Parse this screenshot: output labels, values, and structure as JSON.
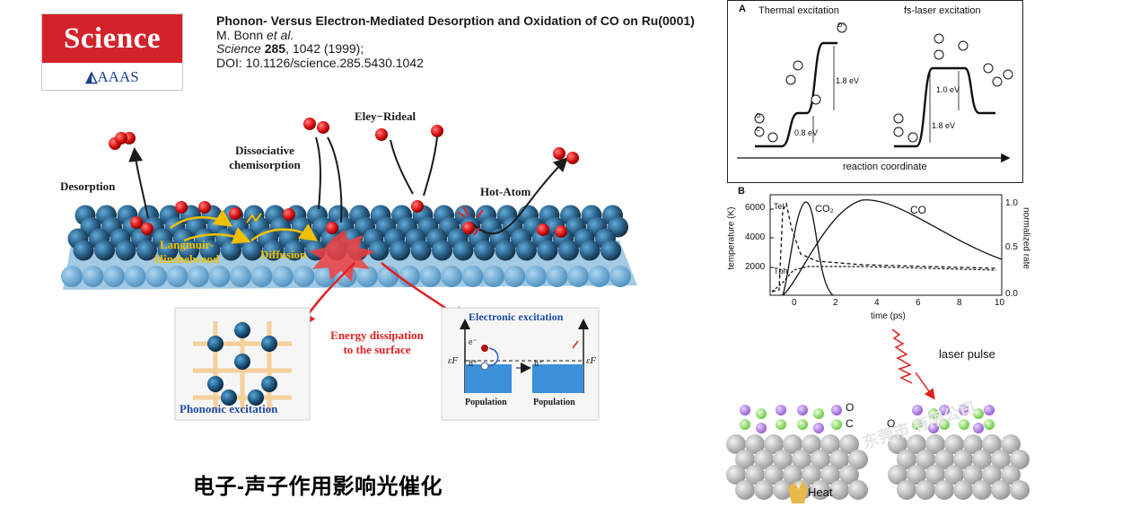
{
  "logo": {
    "science": "Science",
    "aaas": "AAAS"
  },
  "citation": {
    "title": "Phonon- Versus Electron-Mediated Desorption and Oxidation of CO on Ru(0001)",
    "authors_plain": "M. Bonn ",
    "authors_italic": "et al.",
    "journal": "Science",
    "volume": "285",
    "pages_year": ", 1042 (1999);",
    "doi": "DOI: 10.1126/science.285.5430.1042"
  },
  "main_figure": {
    "desorption": "Desorption",
    "dissociative_1": "Dissociative",
    "dissociative_2": "chemisorption",
    "eley_rideal": "Eley−Rideal",
    "hot_atom": "Hot-Atom",
    "langmuir_1": "Langmuir-",
    "langmuir_2": "Hinshelwood",
    "diffusion": "Diffusion",
    "energy_1": "Energy dissipation",
    "energy_2": "to the surface",
    "phononic": "Phononic excitation",
    "electronic": "Electronic excitation",
    "population_1": "Population",
    "population_2": "Population",
    "electron": "e⁻",
    "hole_1": "h⁺",
    "hole_2": "h⁺",
    "fermi_1": "εF",
    "fermi_2": "εF"
  },
  "caption": "电子-声子作用影响光催化",
  "panel_a": {
    "letter": "A",
    "thermal": "Thermal excitation",
    "fs_laser": "fs-laser excitation",
    "e1": "0.8 eV",
    "e2": "1.8 eV",
    "e3": "1.0 eV",
    "e4": "1.8 eV",
    "xlabel": "reaction coordinate",
    "atom_o": "O",
    "atom_c": "C",
    "atom_ostar": "O*"
  },
  "panel_b": {
    "letter": "B",
    "ylabel_left": "temperature (K)",
    "ylabel_right": "normalized rate",
    "xlabel": "time (ps)",
    "yticks_left": [
      "6000",
      "4000",
      "2000"
    ],
    "yticks_right": [
      "1.0",
      "0.5",
      "0.0"
    ],
    "xticks": [
      "0",
      "2",
      "4",
      "6",
      "8",
      "10"
    ],
    "label_co2": "CO₂",
    "label_co": "CO",
    "label_tel": "Tel",
    "label_tph": "Tph"
  },
  "laser": {
    "label": "laser pulse",
    "o_label": "O",
    "c_label": "C",
    "o_label_2": "O",
    "heat": "Heat",
    "watermark": "东莞市 有限公司"
  },
  "colors": {
    "science_red": "#d2232a",
    "sphere_blue": "#1f5a85",
    "arrow_red": "#e02020",
    "path_yellow": "#f0c000",
    "adsorbate_purple": "#b68ae0",
    "adsorbate_green": "#9ee07a"
  }
}
